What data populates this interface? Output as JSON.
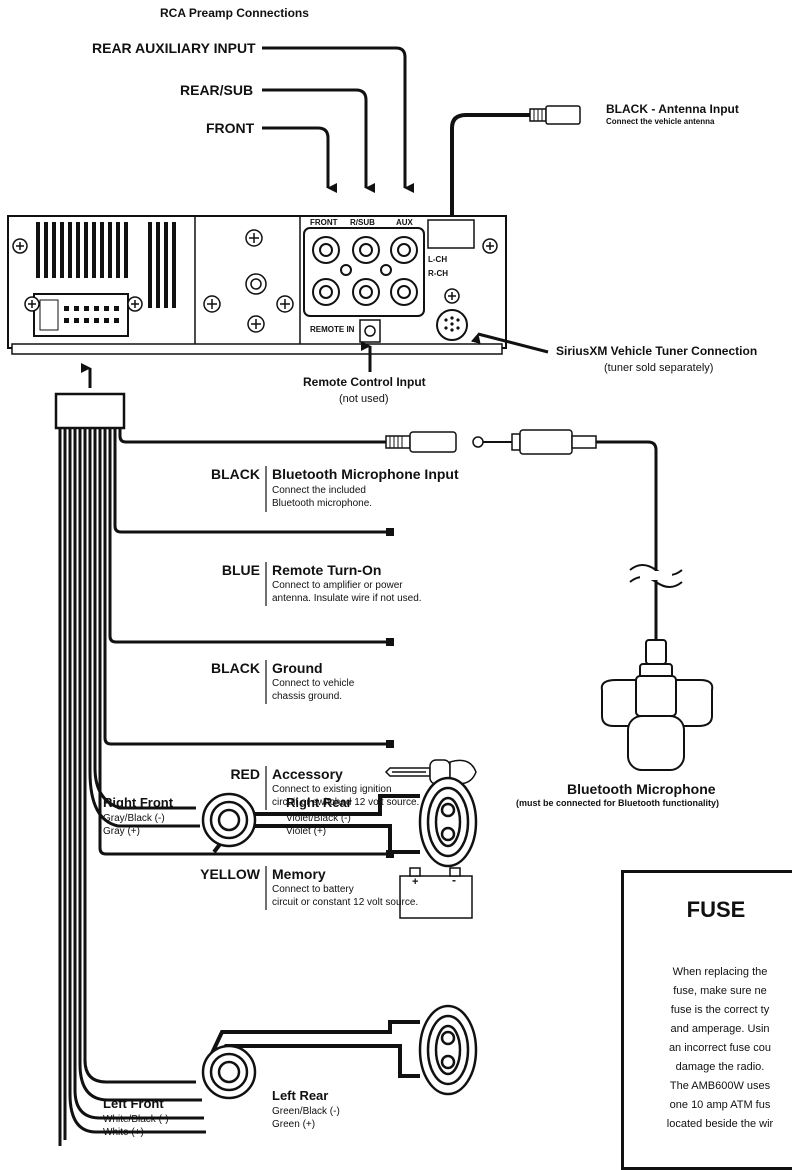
{
  "top": {
    "rca_title": "RCA Preamp Connections",
    "rear_aux": "REAR AUXILIARY INPUT",
    "rear_sub": "REAR/SUB",
    "front": "FRONT",
    "antenna_title": "BLACK - Antenna Input",
    "antenna_desc": "Connect the vehicle antenna"
  },
  "unit": {
    "jack_front": "FRONT",
    "jack_rsub": "R/SUB",
    "jack_aux": "AUX",
    "lch": "L-CH",
    "rch": "R-CH",
    "remote_in": "REMOTE IN"
  },
  "siriusxm": {
    "title": "SiriusXM Vehicle Tuner Connection",
    "sub": "(tuner sold separately)"
  },
  "remote_input": {
    "title": "Remote Control Input",
    "sub": "(not used)"
  },
  "wires": [
    {
      "color": "BLACK",
      "title": "Bluetooth Microphone Input",
      "desc1": "Connect the included",
      "desc2": "Bluetooth microphone."
    },
    {
      "color": "BLUE",
      "title": "Remote Turn-On",
      "desc1": "Connect to amplifier or power",
      "desc2": "antenna. Insulate wire if not used."
    },
    {
      "color": "BLACK",
      "title": "Ground",
      "desc1": "Connect to vehicle",
      "desc2": "chassis ground."
    },
    {
      "color": "RED",
      "title": "Accessory",
      "desc1": "Connect to existing ignition",
      "desc2": "circuit or switched 12 volt source."
    },
    {
      "color": "YELLOW",
      "title": "Memory",
      "desc1": "Connect to battery",
      "desc2": "circuit or constant 12 volt source."
    }
  ],
  "battery": {
    "plus": "+",
    "minus": "-"
  },
  "microphone": {
    "title": "Bluetooth Microphone",
    "sub": "(must be connected for Bluetooth functionality)"
  },
  "speakers": [
    {
      "name": "Right Front",
      "wire1": "Gray/Black (-)",
      "wire2": "Gray (+)"
    },
    {
      "name": "Right Rear",
      "wire1": "Violet/Black (-)",
      "wire2": "Violet (+)"
    },
    {
      "name": "Left Front",
      "wire1": "White/Black (-)",
      "wire2": "White (+)"
    },
    {
      "name": "Left Rear",
      "wire1": "Green/Black (-)",
      "wire2": "Green (+)"
    }
  ],
  "fuse": {
    "title": "FUSE",
    "lines": [
      "When replacing the",
      "fuse, make sure ne",
      "fuse is the correct ty",
      "and amperage. Usin",
      "an incorrect fuse cou",
      "damage the radio.",
      "The AMB600W uses",
      "one 10 amp ATM fus",
      "located beside the wir"
    ]
  }
}
